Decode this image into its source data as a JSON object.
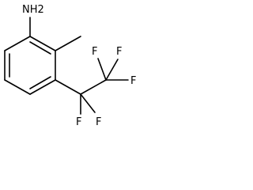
{
  "molecule": {
    "atoms": {
      "amine": "NH2",
      "fluorine_1": "F",
      "fluorine_2": "F",
      "fluorine_3": "F",
      "fluorine_4": "F",
      "fluorine_5": "F"
    }
  }
}
